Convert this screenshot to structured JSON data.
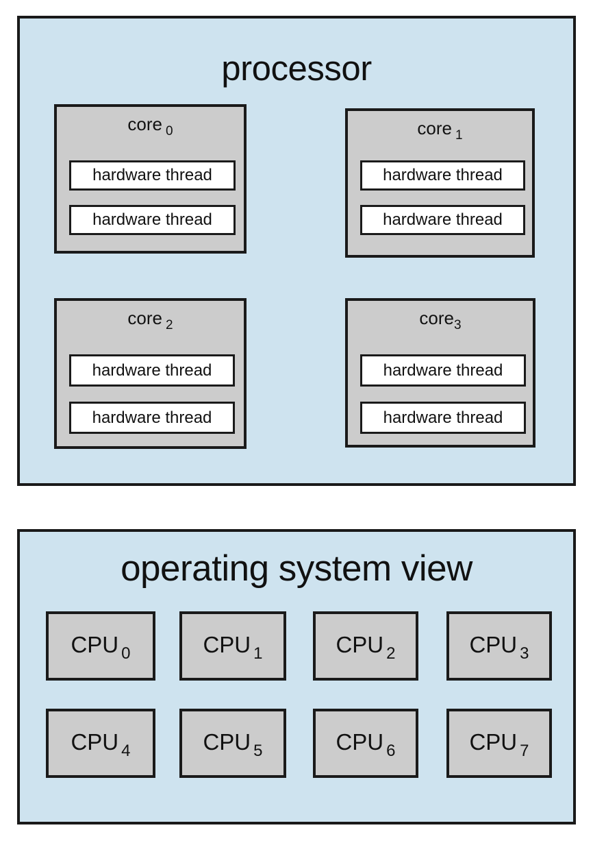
{
  "diagram": {
    "title_processor": "processor",
    "title_os_view": "operating system view",
    "colors": {
      "panel_fill": "#cee3ef",
      "box_fill": "#cccccc",
      "thread_fill": "#ffffff",
      "stroke": "#1a1a1a",
      "text": "#111111"
    }
  },
  "processor": {
    "title": "processor",
    "cores": [
      {
        "label": "core",
        "index": "0",
        "threads": [
          {
            "label": "hardware thread"
          },
          {
            "label": "hardware thread"
          }
        ]
      },
      {
        "label": "core",
        "index": "1",
        "threads": [
          {
            "label": "hardware thread"
          },
          {
            "label": "hardware thread"
          }
        ]
      },
      {
        "label": "core",
        "index": "2",
        "threads": [
          {
            "label": "hardware thread"
          },
          {
            "label": "hardware thread"
          }
        ]
      },
      {
        "label": "core",
        "index": "3",
        "threads": [
          {
            "label": "hardware thread"
          },
          {
            "label": "hardware thread"
          }
        ]
      }
    ]
  },
  "os_view": {
    "title": "operating system view",
    "cpus": [
      {
        "label": "CPU",
        "index": "0"
      },
      {
        "label": "CPU",
        "index": "1"
      },
      {
        "label": "CPU",
        "index": "2"
      },
      {
        "label": "CPU",
        "index": "3"
      },
      {
        "label": "CPU",
        "index": "4"
      },
      {
        "label": "CPU",
        "index": "5"
      },
      {
        "label": "CPU",
        "index": "6"
      },
      {
        "label": "CPU",
        "index": "7"
      }
    ]
  }
}
